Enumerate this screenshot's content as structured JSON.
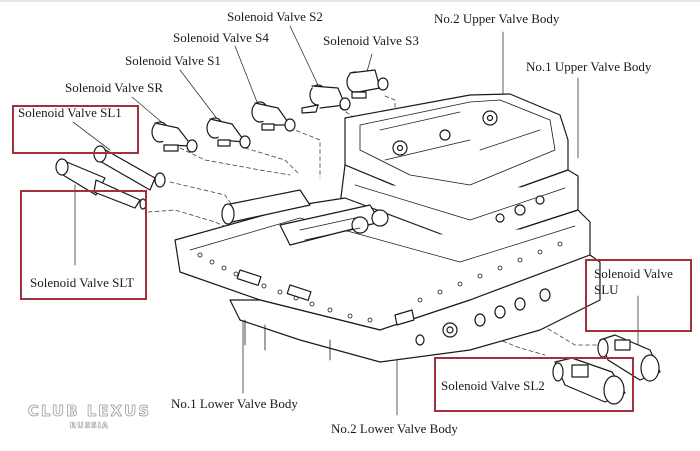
{
  "diagram": {
    "title": "Valve body exploded view",
    "labels": {
      "s2": "Solenoid Valve S2",
      "s4": "Solenoid Valve S4",
      "s1": "Solenoid Valve S1",
      "s3": "Solenoid Valve S3",
      "sr": "Solenoid Valve SR",
      "sl1": "Solenoid Valve SL1",
      "slt": "Solenoid Valve SLT",
      "slu_line1": "Solenoid Valve",
      "slu_line2": "SLU",
      "sl2": "Solenoid Valve SL2",
      "no2_upper": "No.2 Upper Valve Body",
      "no1_upper": "No.1 Upper Valve Body",
      "no1_lower": "No.1 Lower Valve Body",
      "no2_lower": "No.2 Lower Valve Body"
    },
    "highlight_color": "#a3313d",
    "highlighted": [
      "Solenoid Valve SL1",
      "Solenoid Valve SLT",
      "Solenoid Valve SLU",
      "Solenoid Valve SL2"
    ]
  },
  "watermark": {
    "line1": "CLUB LEXUS",
    "line2": "RUSSIA"
  }
}
